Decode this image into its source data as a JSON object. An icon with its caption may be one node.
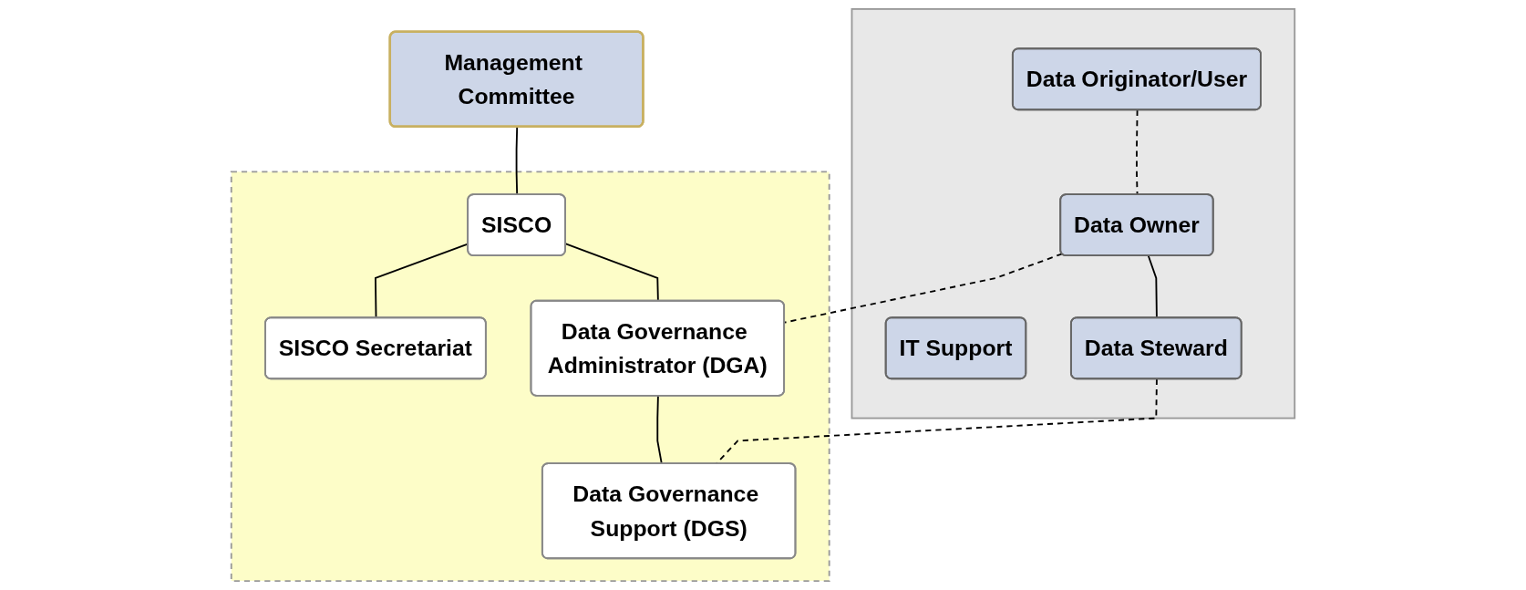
{
  "diagram": {
    "nodes": [
      {
        "text": [
          "Management Committee"
        ]
      },
      {
        "text": [],
        "shape": "box"
      },
      {
        "text": [
          "SISCO"
        ],
        "in": 1
      },
      {
        "text": [
          "SISCO Secretariat"
        ],
        "in": 1
      },
      {
        "text": [],
        "shape": "box"
      },
      {
        "text": [
          "Data Originator/User"
        ],
        "in": 4
      },
      {
        "text": [
          "Data Owner"
        ],
        "in": 4
      },
      {
        "text": [
          "Data Governance Administrator (DGA)"
        ],
        "in": 1
      },
      {
        "text": [
          "IT Support"
        ],
        "in": 4
      },
      {
        "text": [
          "Data Steward"
        ],
        "in": 4
      },
      {
        "text": [
          "Data Governance Support (DGS)"
        ],
        "in": 1
      }
    ],
    "edges": [
      {
        "from": 0,
        "to": 2,
        "arrow": "none"
      },
      {
        "from": 2,
        "to": 3,
        "arrow": "none"
      },
      {
        "from": 2,
        "to": 7,
        "arrow": "none"
      },
      {
        "from": 7,
        "to": 10,
        "arrow": "none"
      },
      {
        "from": 5,
        "to": 6,
        "arrow": "none",
        "style": "dashed"
      },
      {
        "from": 6,
        "to": 7,
        "arrow": "none",
        "style": "dashed"
      },
      {
        "from": 6,
        "to": 9,
        "arrow": "none"
      },
      {
        "from": 9,
        "to": 10,
        "arrow": "none",
        "style": "dashed"
      }
    ]
  }
}
